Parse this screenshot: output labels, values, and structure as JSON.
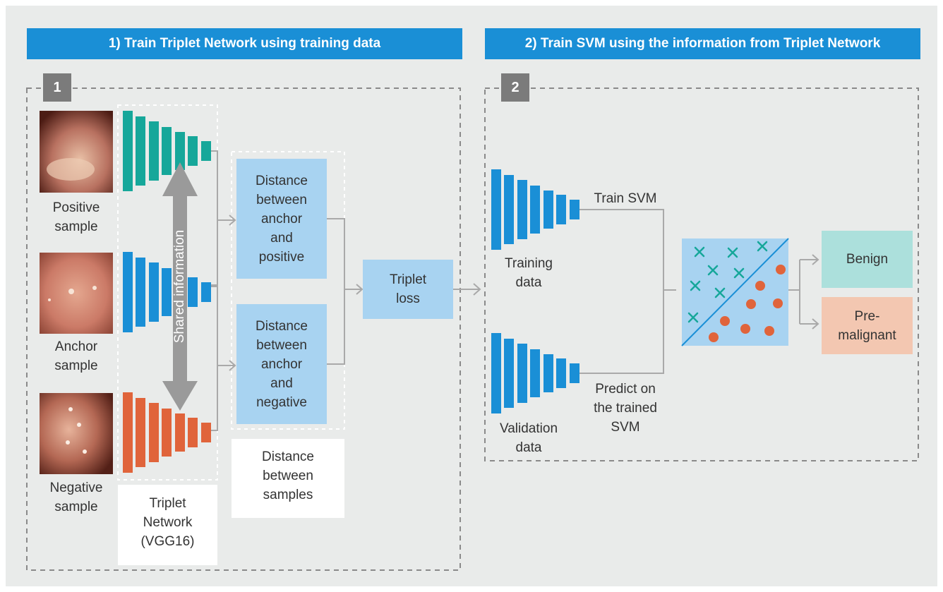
{
  "headers": {
    "step1": "1) Train Triplet Network using training data",
    "step2": "2) Train SVM using the information from Triplet Network"
  },
  "badges": {
    "one": "1",
    "two": "2"
  },
  "samples": {
    "positive": [
      "Positive",
      "sample"
    ],
    "anchor": [
      "Anchor",
      "sample"
    ],
    "negative": [
      "Negative",
      "sample"
    ]
  },
  "shared_label": "Shared information",
  "distance_boxes": {
    "positive": [
      "Distance",
      "between",
      "anchor",
      "and",
      "positive"
    ],
    "negative": [
      "Distance",
      "between",
      "anchor",
      "and",
      "negative"
    ]
  },
  "triplet_loss": [
    "Triplet",
    "loss"
  ],
  "captions": {
    "network": [
      "Triplet",
      "Network",
      "(VGG16)"
    ],
    "distance": [
      "Distance",
      "between",
      "samples"
    ]
  },
  "svm": {
    "training": [
      "Training",
      "data"
    ],
    "validation": [
      "Validation",
      "data"
    ],
    "train_label": "Train SVM",
    "predict_label": [
      "Predict on",
      "the trained",
      "SVM"
    ]
  },
  "classes": {
    "benign": "Benign",
    "premalignant": [
      "Pre-",
      "malignant"
    ]
  },
  "colors": {
    "header": "#1a8fd6",
    "panel": "#e9ebea",
    "teal": "#16a79a",
    "blue": "#1a8fd6",
    "orange": "#e0643b",
    "light_blue": "#a8d3f1",
    "benign": "#ace0dc",
    "premalignant": "#f3c7b1",
    "badge": "#7b7b7b",
    "dots": "#e0643b",
    "crosses": "#16a79a"
  },
  "icons": [
    "shared-information-arrow",
    "cross-marker",
    "dot-marker",
    "chevron-arrow"
  ]
}
